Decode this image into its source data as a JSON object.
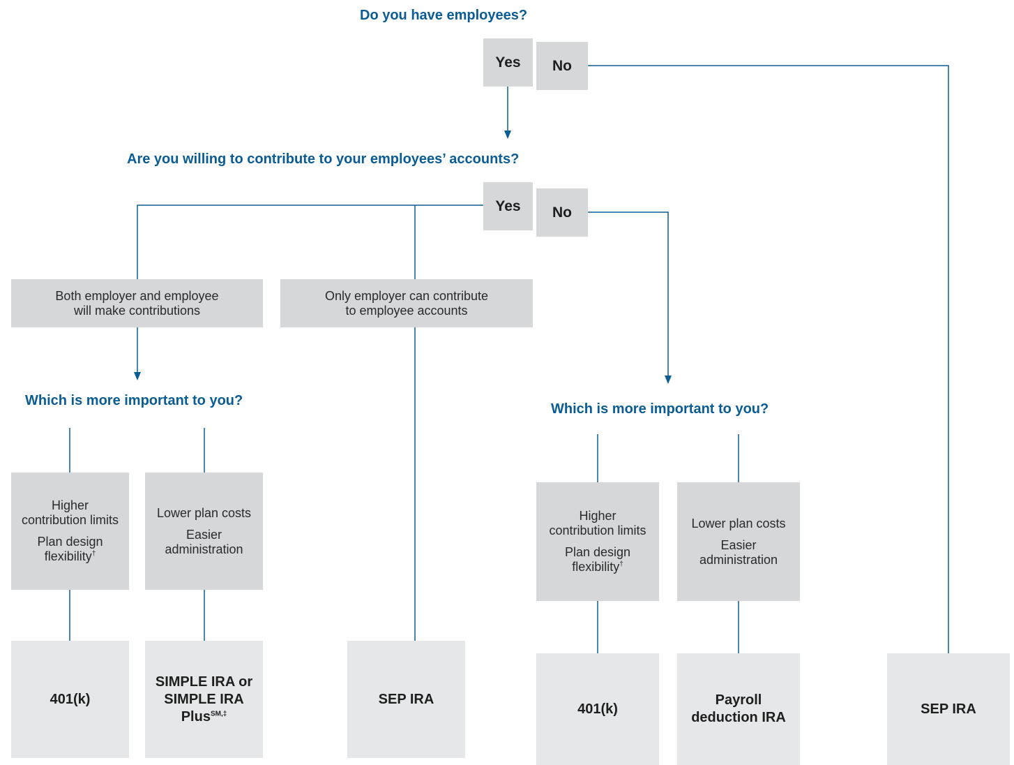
{
  "questions": {
    "q1": "Do you have employees?",
    "q2": "Are you willing to contribute to your employees’ accounts?",
    "q3_left": "Which is more important to you?",
    "q3_right": "Which is more important to you?"
  },
  "answers": {
    "q1_yes": "Yes",
    "q1_no": "No",
    "q2_yes": "Yes",
    "q2_no": "No"
  },
  "contributors": {
    "both_line1": "Both employer and employee",
    "both_line2": "will make contributions",
    "employer_line1": "Only employer can contribute",
    "employer_line2": "to employee accounts"
  },
  "priorities": {
    "higher_line1": "Higher",
    "higher_line2": "contribution limits",
    "flex_line1": "Plan design",
    "flex_line2": "flexibility",
    "dagger": "†",
    "lower_costs": "Lower plan costs",
    "easier_line1": "Easier",
    "easier_line2": "administration"
  },
  "results": {
    "k401": "401(k)",
    "simple_line1": "SIMPLE IRA or",
    "simple_line2": "SIMPLE IRA",
    "simple_line3": "Plus",
    "simple_sup": "SM,‡",
    "sep_ira": "SEP IRA",
    "payroll_line1": "Payroll",
    "payroll_line2": "deduction IRA"
  },
  "colors": {
    "question_text": "#0a5c94",
    "connector": "#0a5c94",
    "box_fill": "#d6d7d9",
    "result_fill": "#e6e7e8"
  }
}
